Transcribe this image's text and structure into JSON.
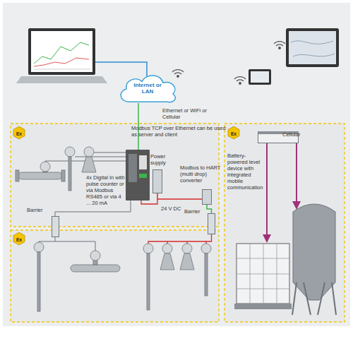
{
  "diagram": {
    "nodes": [
      {
        "text": [
          "Internet or LAN"
        ]
      },
      {
        "text": [
          "Power supply"
        ]
      },
      {
        "text": [
          "Modbus to HART (multi drop) converter"
        ]
      },
      {
        "text": [
          "Barrier"
        ]
      },
      {
        "text": [
          "Barrier"
        ]
      },
      {
        "text": [
          "Battery-powered level device with integrated mobile communication"
        ]
      }
    ],
    "edges": [
      {
        "from": 1,
        "to": 2,
        "arrow": "none",
        "label": "24 V DC"
      },
      {
        "from": 2,
        "to": 4,
        "arrow": "none"
      }
    ],
    "labels": [
      "Ethernet or WiFi or Cellular",
      "Modbus TCP over Ethernet can be used as server and client",
      "Ex",
      "Cellular",
      "Ex",
      "4x Digital In with pulse counter or via Modbus RS485 or via 4 ... 20 mA",
      "Ex"
    ]
  }
}
